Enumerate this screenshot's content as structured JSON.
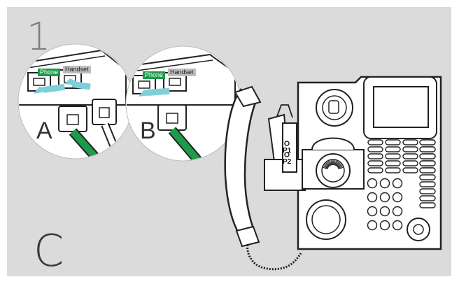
{
  "step_number": "1",
  "variant_label": "C",
  "connection_a": {
    "letter": "A",
    "port_labels": {
      "phone": "Phone",
      "handset": "Handset"
    }
  },
  "connection_b": {
    "letter": "B",
    "port_labels": {
      "phone": "Phone",
      "handset": "Handset"
    }
  },
  "base_station": {
    "switch_labels": [
      "P1",
      "P2"
    ]
  },
  "colors": {
    "background": "#dbdbdb",
    "cable_green": "#1e9a4a",
    "arrow_cyan": "#7fcfd8",
    "line": "#222222"
  },
  "icons": [
    "phone-port-icon",
    "handset-port-icon",
    "insert-arrow-icon",
    "desk-phone-icon",
    "handset-icon",
    "base-station-icon"
  ]
}
